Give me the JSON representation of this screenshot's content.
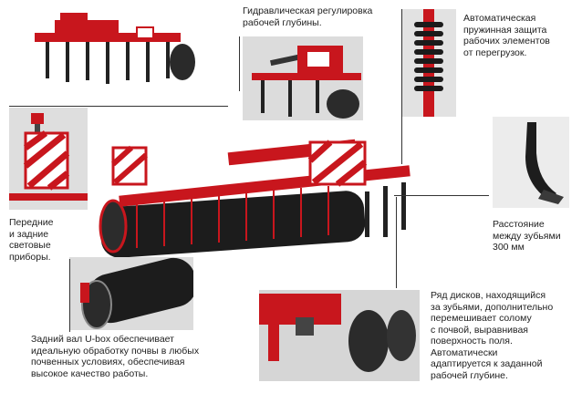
{
  "captions": {
    "hydraulic": [
      "Гидравлическая регулировка",
      "рабочей глубины."
    ],
    "spring": [
      "Автоматическая",
      "пружинная защита",
      "рабочих элементов",
      "от перегрузок."
    ],
    "lights": [
      "Передние",
      "и задние",
      "световые",
      "приборы."
    ],
    "spacing": [
      "Расстояние",
      "между зубьями",
      "300 мм"
    ],
    "roller": [
      "Задний вал U-box обеспечивает",
      "идеальную обработку почвы в любых",
      "почвенных условиях, обеспечивая",
      "высокое качество работы."
    ],
    "discs": [
      "Ряд дисков, находящийся",
      "за зубьями, дополнительно",
      "перемешивает солому",
      "с почвой, выравнивая",
      "поверхность поля.",
      "Автоматически",
      "адаптируется к заданной",
      "рабочей глубине."
    ]
  },
  "colors": {
    "frame_red": "#c8161d",
    "roller_black": "#1c1c1c",
    "caption_text": "#222222"
  }
}
